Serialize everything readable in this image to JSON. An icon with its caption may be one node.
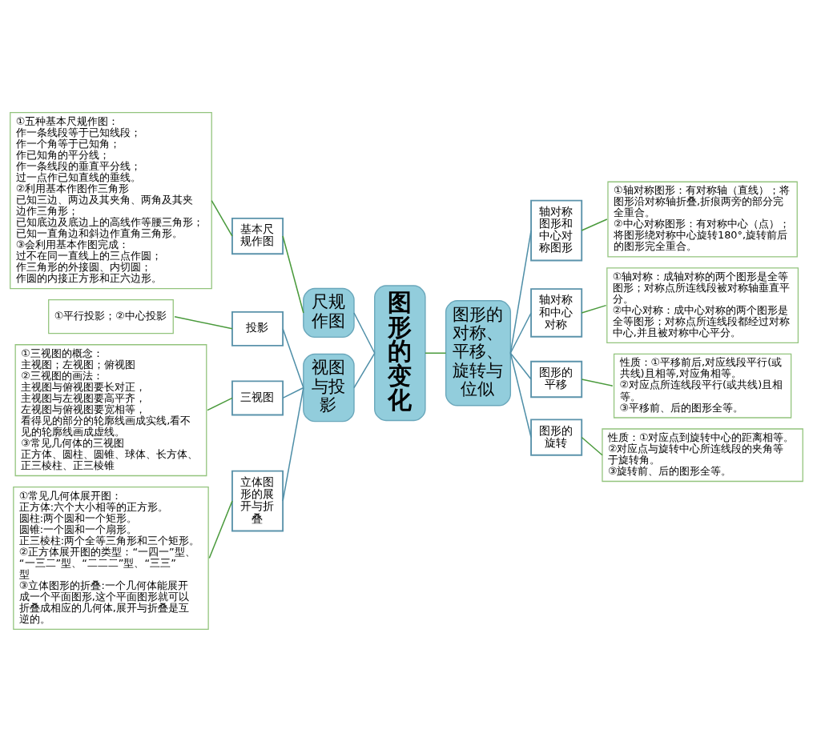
{
  "diagram": {
    "nodes": [
      {
        "text": [
          "图形的变化"
        ]
      },
      {
        "text": [
          "尺规作图"
        ]
      },
      {
        "text": [
          "基本尺规作图"
        ]
      },
      {
        "text": [
          "①五种基本尺规作图：",
          "作一条线段等于已知线段；",
          "作一个角等于已知角；",
          "作已知角的平分线；",
          "作一条线段的垂直平分线；",
          "过一点作已知直线的垂线。",
          "②利用基本作图作三角形",
          "已知三边、两边及其夹角、两角及其夹边作三角形；",
          "已知底边及底边上的高线作等腰三角形；",
          "已知一直角边和斜边作直角三角形。",
          "③会利用基本作图完成：",
          "过不在同一直线上的三点作圆；",
          "作三角形的外接圆、内切圆；",
          "作圆的内接正方形和正六边形。"
        ]
      },
      {
        "text": [
          "视图与投影"
        ]
      },
      {
        "text": [
          "投影"
        ]
      },
      {
        "text": [
          "①平行投影；②中心投影"
        ]
      },
      {
        "text": [
          "三视图"
        ]
      },
      {
        "text": [
          "①三视图的概念：",
          "主视图；左视图；俯视图",
          "②三视图的画法：",
          "主视图与俯视图要长对正，",
          "主视图与左视图要高平齐，",
          "左视图与俯视图要宽相等，",
          "看得见的部分的轮廓线画成实线,看不见的轮廓线画成虚线。",
          "③常见几何体的三视图",
          "正方体、圆柱、圆锥、球体、长方体、正三棱柱、正三棱锥"
        ]
      },
      {
        "text": [
          "立体图形的展开与折叠"
        ]
      },
      {
        "text": [
          "①常见几何体展开图：",
          "正方体:六个大小相等的正方形。",
          "圆柱:两个圆和一个矩形。",
          "圆锥:一个圆和一个扇形。",
          "正三棱柱:两个全等三角形和三个矩形。",
          "②正方体展开图的类型：“一四一”型、“一三二”型、“二二二”型、“三三”型",
          "③立体图形的折叠:一个几何体能展开成一个平面图形,这个平面图形就可以折叠成相应的几何体,展开与折叠是互逆的。"
        ]
      },
      {
        "text": [
          "图形的对称、平移、旋转与位似"
        ]
      },
      {
        "text": [
          "轴对称图形和中心对称图形"
        ]
      },
      {
        "text": [
          "①轴对称图形：有对称轴（直线）；将图形沿对称轴折叠,折痕两旁的部分完全重合。",
          "②中心对称图形：有对称中心（点）；将图形绕对称中心旋转180°,旋转前后的图形完全重合。"
        ]
      },
      {
        "text": [
          "轴对称和中心对称"
        ]
      },
      {
        "text": [
          "①轴对称：成轴对称的两个图形是全等图形；对称点所连线段被对称轴垂直平分。",
          "②中心对称：成中心对称的两个图形是全等图形；对称点所连线段都经过对称中心,并且被对称中心平分。"
        ]
      },
      {
        "text": [
          "图形的平移"
        ]
      },
      {
        "text": [
          "性质：①平移前后,对应线段平行(或共线)且相等,对应角相等。",
          "②对应点所连线段平行(或共线)且相等。",
          "③平移前、后的图形全等。"
        ]
      },
      {
        "text": [
          "图形的旋转"
        ]
      },
      {
        "text": [
          "性质：①对应点到旋转中心的距离相等。",
          "②对应点与旋转中心所连线段的夹角等于旋转角。",
          "③旋转前、后的图形全等。"
        ]
      }
    ],
    "edges": [
      {
        "from": 0,
        "to": 1,
        "arrow": "none",
        "color": "#4f8fa8"
      },
      {
        "from": 1,
        "to": 2,
        "arrow": "none"
      },
      {
        "from": 2,
        "to": 3,
        "arrow": "none"
      },
      {
        "from": 0,
        "to": 4,
        "arrow": "none",
        "color": "#4f8fa8"
      },
      {
        "from": 4,
        "to": 5,
        "arrow": "none",
        "color": "#4f8fa8"
      },
      {
        "from": 5,
        "to": 6,
        "arrow": "none"
      },
      {
        "from": 4,
        "to": 7,
        "arrow": "none",
        "color": "#4f8fa8"
      },
      {
        "from": 7,
        "to": 8,
        "arrow": "none"
      },
      {
        "from": 4,
        "to": 9,
        "arrow": "none",
        "color": "#4f8fa8"
      },
      {
        "from": 9,
        "to": 10,
        "arrow": "none"
      },
      {
        "from": 0,
        "to": 11,
        "arrow": "none"
      },
      {
        "from": 11,
        "to": 12,
        "arrow": "none",
        "color": "#4f8fa8"
      },
      {
        "from": 12,
        "to": 13,
        "arrow": "none"
      },
      {
        "from": 11,
        "to": 14,
        "arrow": "none",
        "color": "#4f8fa8"
      },
      {
        "from": 14,
        "to": 15,
        "arrow": "none"
      },
      {
        "from": 11,
        "to": 16,
        "arrow": "none",
        "color": "#4f8fa8"
      },
      {
        "from": 16,
        "to": 17,
        "arrow": "none"
      },
      {
        "from": 11,
        "to": 18,
        "arrow": "none",
        "color": "#4f8fa8"
      },
      {
        "from": 18,
        "to": 19,
        "arrow": "none"
      }
    ]
  }
}
